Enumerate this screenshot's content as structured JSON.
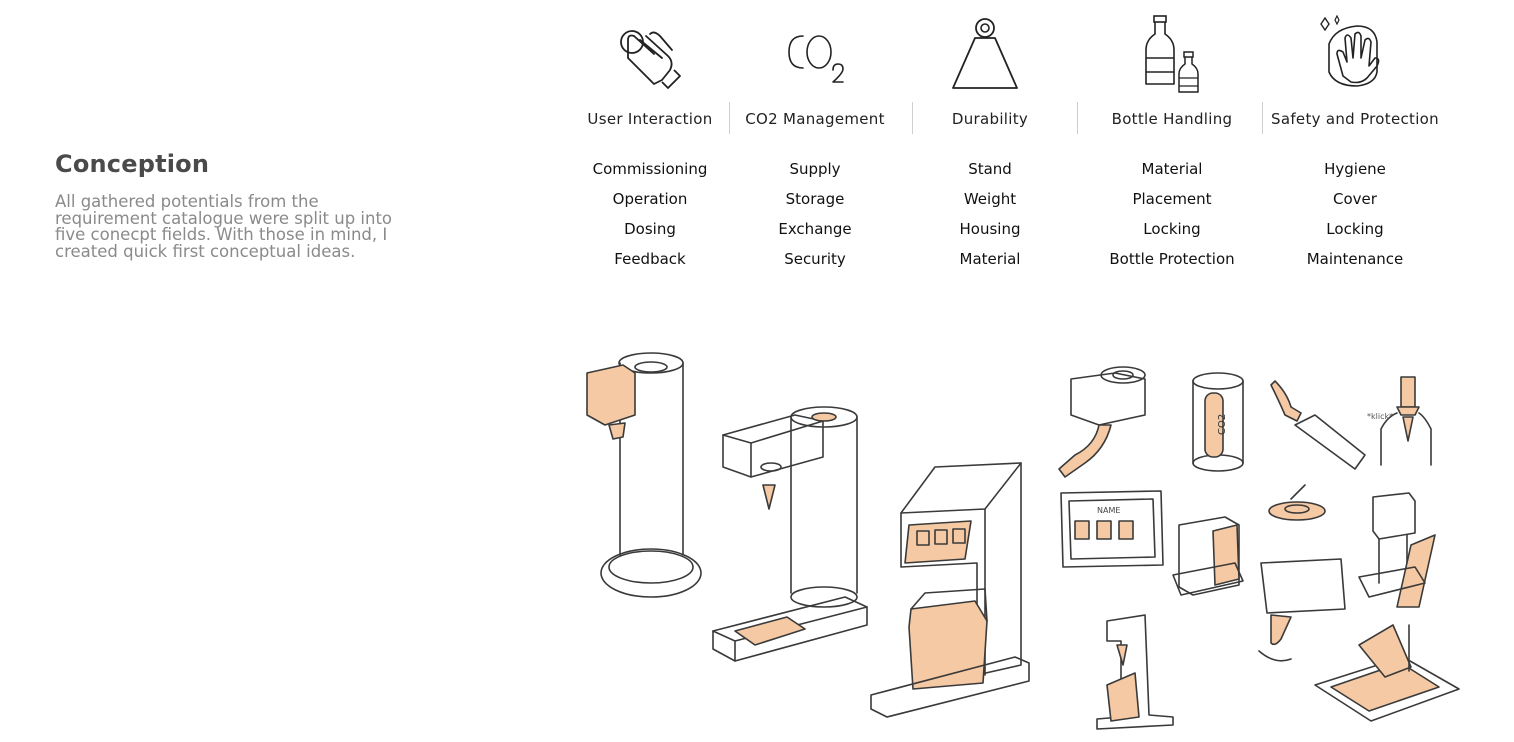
{
  "intro": {
    "title": "Conception",
    "lines": [
      "All gathered potentials from the",
      "requirement catalogue were split up into",
      "five conecpt fields. With those in mind, I",
      "created quick first conceptual ideas."
    ]
  },
  "fields": [
    {
      "icon": "pointing-hand-icon",
      "title": "User Interaction",
      "items": [
        "Commissioning",
        "Operation",
        "Dosing",
        "Feedback"
      ]
    },
    {
      "icon": "co2-icon",
      "title": "CO2 Management",
      "items": [
        "Supply",
        "Storage",
        "Exchange",
        "Security"
      ]
    },
    {
      "icon": "weight-icon",
      "title": "Durability",
      "items": [
        "Stand",
        "Weight",
        "Housing",
        "Material"
      ]
    },
    {
      "icon": "bottles-icon",
      "title": "Bottle Handling",
      "items": [
        "Material",
        "Placement",
        "Locking",
        "Bottle Protection"
      ]
    },
    {
      "icon": "clean-hand-icon",
      "title": "Safety and Protection",
      "items": [
        "Hygiene",
        "Cover",
        "Locking",
        "Maintenance"
      ]
    }
  ],
  "sketch_labels": {
    "screen_name": "NAME",
    "co2_text": "CO2",
    "click_text": "*klick*"
  },
  "colors": {
    "accent": "#f5c9a3",
    "line": "#3a3a3a",
    "title": "#4a4a4a",
    "body": "#8a8a8a"
  }
}
